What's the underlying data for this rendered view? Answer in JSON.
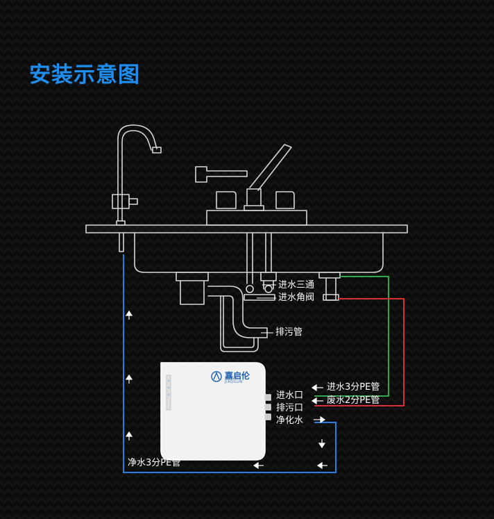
{
  "title": "安装示意图",
  "labels": {
    "inlet_tee": "进水三通",
    "inlet_angle_valve": "进水角阀",
    "drain_pipe": "排污管",
    "water_inlet": "进水口",
    "drain_outlet": "排污口",
    "purified_water": "净化水",
    "inlet_pe_pipe": "进水3分PE管",
    "waste_pe_pipe": "废水2分PE管",
    "clean_pe_pipe": "净水3分PE管"
  },
  "brand": {
    "name": "嘉启伦",
    "sub": "JIAQILUN"
  },
  "colors": {
    "title": "#1e8ff0",
    "clean_line": "#2a7fe0",
    "inlet_line": "#2fa84a",
    "waste_line": "#d93030",
    "outline": "#d8d8d8"
  }
}
